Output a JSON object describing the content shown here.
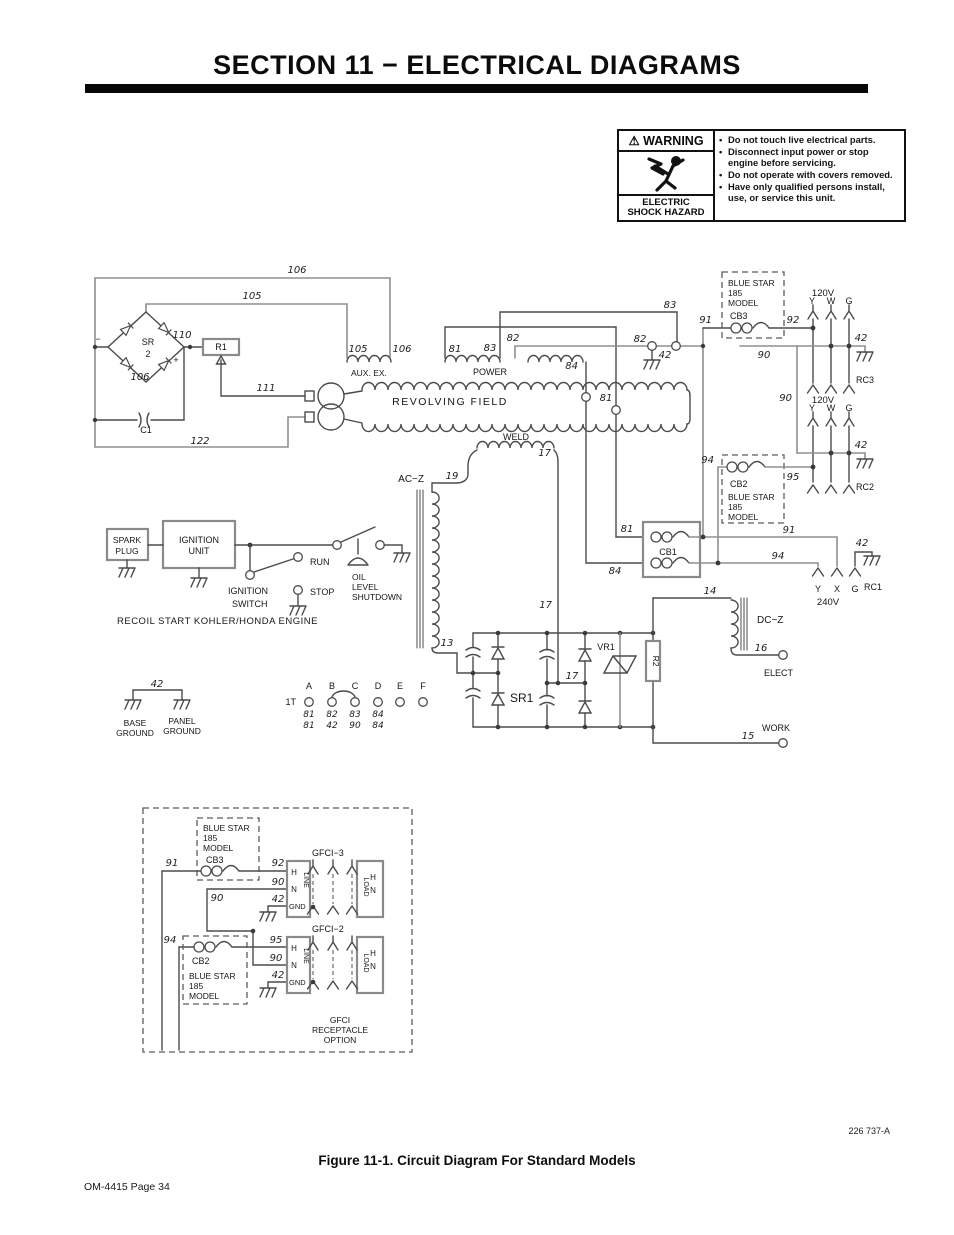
{
  "page": {
    "title": "SECTION 11 − ELECTRICAL DIAGRAMS",
    "caption": "Figure 11-1. Circuit Diagram For Standard Models",
    "part_number": "226 737-A",
    "footer": "OM-4415 Page 34"
  },
  "warning": {
    "icon": "⚠",
    "title": "WARNING",
    "hazard1": "ELECTRIC",
    "hazard2": "SHOCK HAZARD",
    "bullets": [
      "Do not touch live electrical parts.",
      "Disconnect input power or stop engine before servicing.",
      "Do not operate with covers removed.",
      "Have only qualified persons install, use, or service this unit."
    ]
  },
  "diagram": {
    "labels": {
      "l106_top": "106",
      "l105_top": "105",
      "l110": "110",
      "sr2_l1": "SR",
      "sr2_l2": "2",
      "minus": "−",
      "plus": "+",
      "r1": "R1",
      "l106_left": "106",
      "c1": "C1",
      "l111": "111",
      "l122": "122",
      "l105_aux": "105",
      "l106_aux": "106",
      "aux_ex": "AUX. EX.",
      "l81_pwr": "81",
      "l83_pwr": "83",
      "power": "POWER",
      "l82_pwr": "82",
      "l84_pwr": "84",
      "rev_field": "REVOLVING FIELD",
      "weld": "WELD",
      "l17_weld": "17",
      "l19": "19",
      "l83_r": "83",
      "l82_r": "82",
      "l42_r": "42",
      "l81_r": "81",
      "l91_cb3": "91",
      "bs3_1": "BLUE STAR",
      "bs3_2": "185",
      "bs3_3": "MODEL",
      "cb3": "CB3",
      "l92": "92",
      "v120_1": "120V",
      "y1": "Y",
      "w1": "W",
      "g1": "G",
      "l42_rc3": "42",
      "rc3": "RC3",
      "l90_a": "90",
      "l90_b": "90",
      "v120_2": "120V",
      "y2": "Y",
      "w2": "W",
      "g2": "G",
      "l42_rc2": "42",
      "rc2": "RC2",
      "l94_cb2": "94",
      "cb2": "CB2",
      "l95": "95",
      "bs2_1": "BLUE STAR",
      "bs2_2": "185",
      "bs2_3": "MODEL",
      "l81_cb1": "81",
      "l84_cb1": "84",
      "cb1": "CB1",
      "l91_rc1": "91",
      "l94_rc1": "94",
      "l42_rc1": "42",
      "rc1": "RC1",
      "y3": "Y",
      "x3": "X",
      "g3": "G",
      "v240": "240V",
      "l14": "14",
      "dcz": "DC−Z",
      "l16": "16",
      "elect": "ELECT",
      "l15": "15",
      "work": "WORK",
      "acz": "AC−Z",
      "l13": "13",
      "l17_a": "17",
      "l17_b": "17",
      "sr1": "SR1",
      "vr1": "VR1",
      "r2": "R2",
      "spark1": "SPARK",
      "spark2": "PLUG",
      "ign1": "IGNITION",
      "ign2": "UNIT",
      "run": "RUN",
      "stop": "STOP",
      "igsw1": "IGNITION",
      "igsw2": "SWITCH",
      "oil1": "OIL",
      "oil2": "LEVEL",
      "oil3": "SHUTDOWN",
      "recoil": "RECOIL START KOHLER/HONDA ENGINE",
      "l42_gnd": "42",
      "base1": "BASE",
      "base2": "GROUND",
      "panel1": "PANEL",
      "panel2": "GROUND",
      "t1": "1T",
      "ta": "A",
      "tb": "B",
      "tc": "C",
      "td": "D",
      "te": "E",
      "tf": "F",
      "n1a": "81",
      "n1b": "82",
      "n1c": "83",
      "n1d": "84",
      "n2a": "81",
      "n2b": "42",
      "n2c": "90",
      "n2d": "84",
      "g_bs3_1": "BLUE STAR",
      "g_bs3_2": "185",
      "g_bs3_3": "MODEL",
      "g_cb3": "CB3",
      "g_l91": "91",
      "g_l92": "92",
      "g_l90a": "90",
      "g_l90b": "90",
      "g_l42a": "42",
      "g_gnd1": "GND",
      "gfci3": "GFCI−3",
      "g_h1": "H",
      "g_line1": "LINE",
      "g_n1": "N",
      "g_load1": "LOAD",
      "g_h1r": "H",
      "g_n1r": "N",
      "gfci2": "GFCI−2",
      "g_l94": "94",
      "g_cb2": "CB2",
      "g_l95": "95",
      "g_l90c": "90",
      "g_l42b": "42",
      "g_gnd2": "GND",
      "g_bs2_1": "BLUE STAR",
      "g_bs2_2": "185",
      "g_bs2_3": "MODEL",
      "g_h2": "H",
      "g_line2": "LINE",
      "g_n2": "N",
      "g_load2": "LOAD",
      "g_h2r": "H",
      "g_n2r": "N",
      "opt1": "GFCI",
      "opt2": "RECEPTACLE",
      "opt3": "OPTION"
    }
  }
}
